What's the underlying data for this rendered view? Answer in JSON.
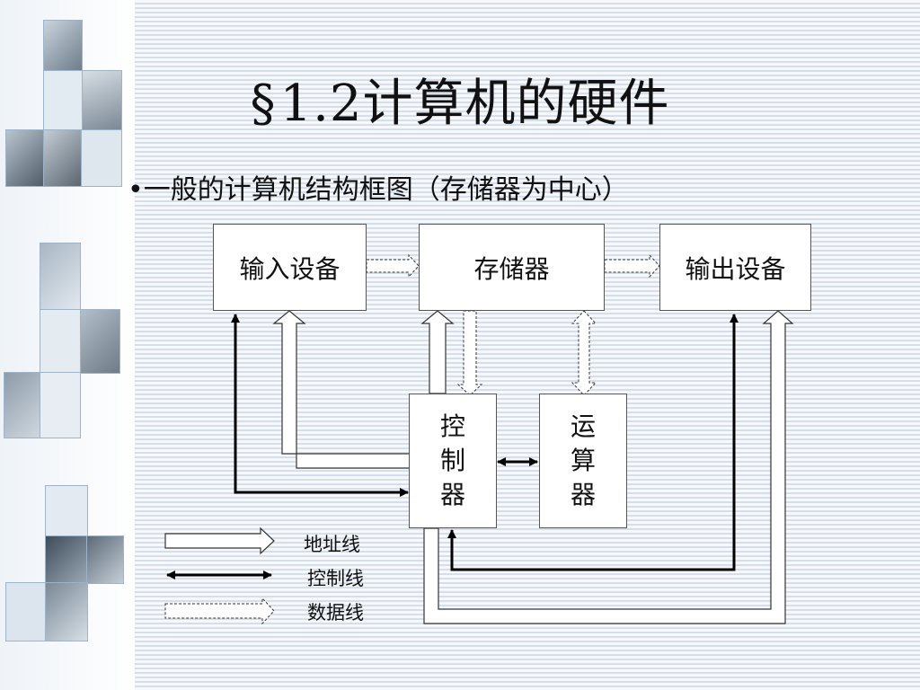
{
  "slide": {
    "title_symbol": "§",
    "title_text": "1.2计算机的硬件",
    "bullet": "•一般的计算机结构框图（存储器为中心）"
  },
  "diagram": {
    "input_device": "输入设备",
    "memory": "存储器",
    "output_device": "输出设备",
    "controller_chars": [
      "控",
      "制",
      "器"
    ],
    "alu_chars": [
      "运",
      "算",
      "器"
    ]
  },
  "legend": {
    "address_line": "地址线",
    "control_line": "控制线",
    "data_line": "数据线"
  }
}
